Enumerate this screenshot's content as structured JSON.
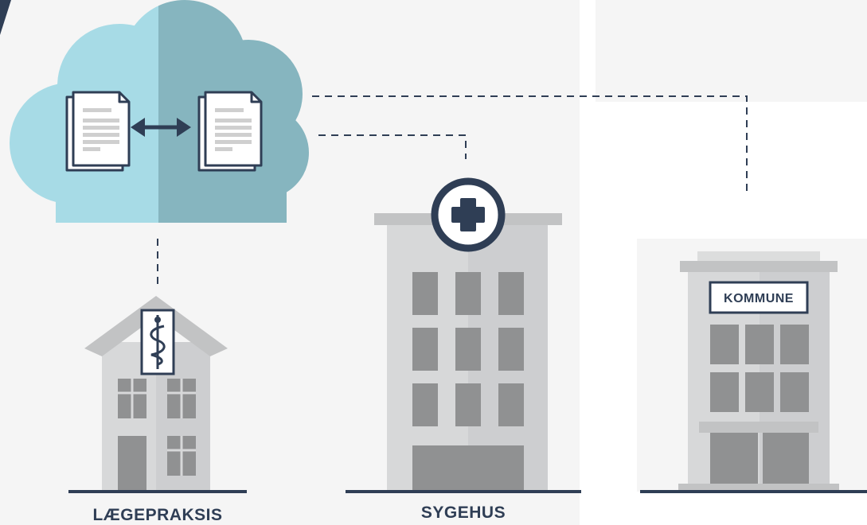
{
  "diagram": {
    "buildings": {
      "doctor_practice": {
        "label": "LÆGEPRAKSIS"
      },
      "hospital": {
        "label": "SYGEHUS"
      },
      "municipality": {
        "label": "KOMMUNE",
        "sign": "KOMMUNE"
      }
    },
    "icons": {
      "cloud": "cloud-icon",
      "document_left": "document-icon",
      "document_right": "document-icon",
      "exchange": "double-arrow-icon",
      "medical_symbol": "caduceus-icon",
      "hospital_cross": "medical-cross-icon"
    },
    "colors": {
      "cloud_light": "#a7dbe6",
      "cloud_dark": "#86b5bf",
      "navy": "#2f3e55",
      "building_light": "#d7d8d9",
      "building_mid": "#cdced0",
      "window": "#909192",
      "background_panel": "#f5f5f5"
    }
  }
}
